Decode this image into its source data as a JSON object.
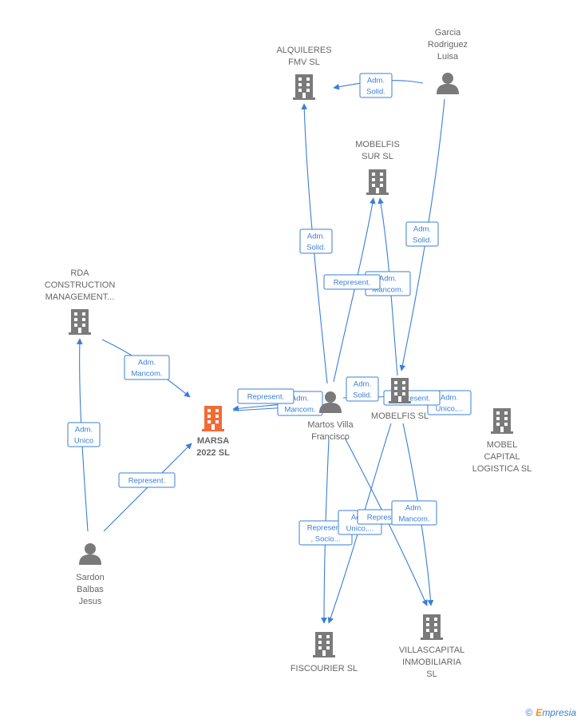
{
  "colors": {
    "edge": "#3a7fd5",
    "node": "#7a7a7a",
    "highlight": "#f26b36"
  },
  "nodes": [
    {
      "id": "alquileres",
      "kind": "company",
      "lines": [
        "ALQUILERES",
        "FMV  SL"
      ]
    },
    {
      "id": "garcia",
      "kind": "person",
      "lines": [
        "Garcia",
        "Rodriguez",
        "Luisa"
      ]
    },
    {
      "id": "mobelfis_sur",
      "kind": "company",
      "lines": [
        "MOBELFIS",
        "SUR SL"
      ]
    },
    {
      "id": "rda",
      "kind": "company",
      "lines": [
        "RDA",
        "CONSTRUCTION",
        "MANAGEMENT..."
      ]
    },
    {
      "id": "marsa",
      "kind": "company",
      "highlight": true,
      "lines": [
        "MARSA",
        "2022  SL"
      ]
    },
    {
      "id": "martos",
      "kind": "person",
      "lines": [
        "Martos Villa",
        "Francisco"
      ]
    },
    {
      "id": "mobelfis",
      "kind": "company",
      "lines": [
        "MOBELFIS SL"
      ]
    },
    {
      "id": "mobel_capital",
      "kind": "company",
      "lines": [
        "MOBEL",
        "CAPITAL",
        "LOGISTICA SL"
      ]
    },
    {
      "id": "sardon",
      "kind": "person",
      "lines": [
        "Sardon",
        "Balbas",
        "Jesus"
      ]
    },
    {
      "id": "fiscourier",
      "kind": "company",
      "lines": [
        "FISCOURIER SL"
      ]
    },
    {
      "id": "villascapital",
      "kind": "company",
      "lines": [
        "VILLASCAPITAL",
        "INMOBILIARIA",
        "SL"
      ]
    }
  ],
  "edge_labels": [
    {
      "id": "garcia_alquileres",
      "lines": [
        "Adm.",
        "Solid."
      ]
    },
    {
      "id": "martos_alquileres",
      "lines": [
        "Adm.",
        "Solid."
      ]
    },
    {
      "id": "garcia_mobelfis",
      "lines": [
        "Adm.",
        "Solid."
      ]
    },
    {
      "id": "mobelfis_sur_mancom",
      "lines": [
        "Adm.",
        "Mancom."
      ]
    },
    {
      "id": "martos_mobelfis_sur",
      "lines": [
        "Represent."
      ]
    },
    {
      "id": "rda_marsa",
      "lines": [
        "Adm.",
        "Mancom."
      ]
    },
    {
      "id": "sardon_rda",
      "lines": [
        "Adm.",
        "Unico"
      ]
    },
    {
      "id": "sardon_marsa",
      "lines": [
        "Represent."
      ]
    },
    {
      "id": "martos_marsa_mancom",
      "lines": [
        "Adm.",
        "Mancom."
      ]
    },
    {
      "id": "martos_marsa_rep",
      "lines": [
        "Represent."
      ]
    },
    {
      "id": "martos_mobelfis_solid",
      "lines": [
        "Adm.",
        "Solid."
      ]
    },
    {
      "id": "mobelfis_capital_unico",
      "lines": [
        "Adm.",
        "Unico,..."
      ]
    },
    {
      "id": "martos_mobelfis_rep",
      "lines": [
        "Represent."
      ]
    },
    {
      "id": "martos_fiscourier",
      "lines": [
        "Represent.",
        ", Socio..."
      ]
    },
    {
      "id": "mobelfis_fiscourier",
      "lines": [
        "Adm.",
        "Unico,..."
      ]
    },
    {
      "id": "martos_villas_rep",
      "lines": [
        "Represent."
      ]
    },
    {
      "id": "mobelfis_villas_mancom",
      "lines": [
        "Adm.",
        "Mancom."
      ]
    }
  ],
  "brand": {
    "symbol": "©",
    "initial": "E",
    "rest": "mpresia"
  }
}
